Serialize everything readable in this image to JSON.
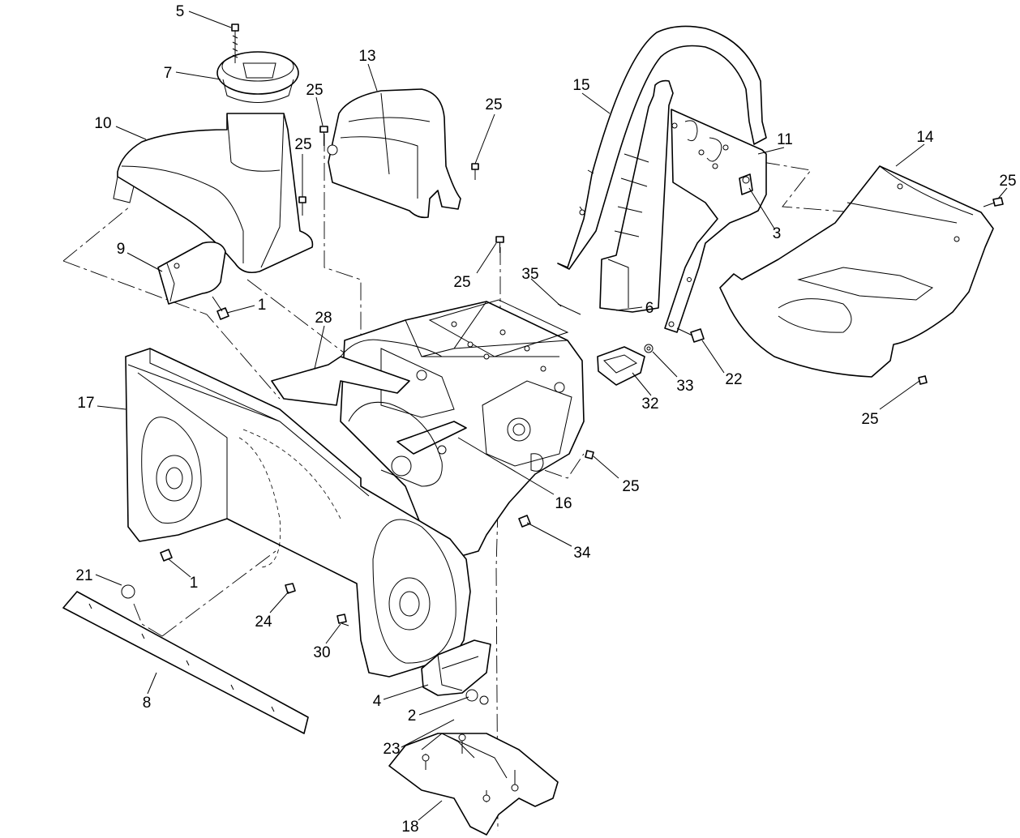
{
  "callouts": [
    {
      "id": "c5",
      "text": "5"
    },
    {
      "id": "c7",
      "text": "7"
    },
    {
      "id": "c10",
      "text": "10"
    },
    {
      "id": "c9",
      "text": "9"
    },
    {
      "id": "c1a",
      "text": "1"
    },
    {
      "id": "c13",
      "text": "13"
    },
    {
      "id": "c25a",
      "text": "25"
    },
    {
      "id": "c25b",
      "text": "25"
    },
    {
      "id": "c25c",
      "text": "25"
    },
    {
      "id": "c15",
      "text": "15"
    },
    {
      "id": "c11",
      "text": "11"
    },
    {
      "id": "c3",
      "text": "3"
    },
    {
      "id": "c14",
      "text": "14"
    },
    {
      "id": "c25d",
      "text": "25"
    },
    {
      "id": "c25e",
      "text": "25"
    },
    {
      "id": "c35",
      "text": "35"
    },
    {
      "id": "c6",
      "text": "6"
    },
    {
      "id": "c22",
      "text": "22"
    },
    {
      "id": "c33",
      "text": "33"
    },
    {
      "id": "c32",
      "text": "32"
    },
    {
      "id": "c25f",
      "text": "25"
    },
    {
      "id": "c28",
      "text": "28"
    },
    {
      "id": "c17",
      "text": "17"
    },
    {
      "id": "c16",
      "text": "16"
    },
    {
      "id": "c25g",
      "text": "25"
    },
    {
      "id": "c34",
      "text": "34"
    },
    {
      "id": "c21",
      "text": "21"
    },
    {
      "id": "c1b",
      "text": "1"
    },
    {
      "id": "c24",
      "text": "24"
    },
    {
      "id": "c30",
      "text": "30"
    },
    {
      "id": "c8",
      "text": "8"
    },
    {
      "id": "c4",
      "text": "4"
    },
    {
      "id": "c2",
      "text": "2"
    },
    {
      "id": "c23",
      "text": "23"
    },
    {
      "id": "c18",
      "text": "18"
    }
  ]
}
